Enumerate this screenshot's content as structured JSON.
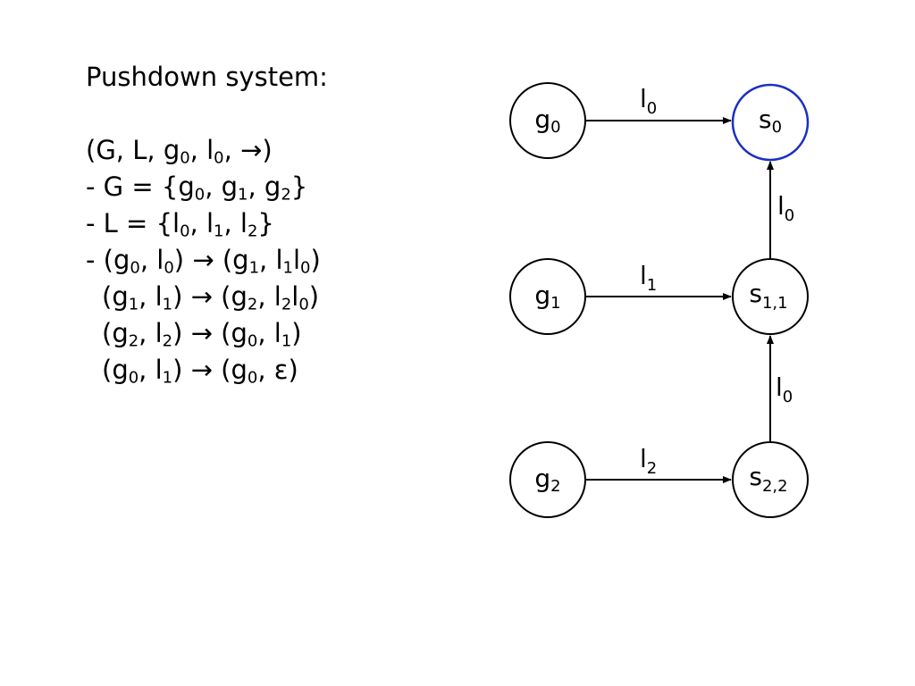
{
  "title": "Pushdown system:",
  "tuple": {
    "open": "(G, L, g",
    "s1": "0",
    "m1": ", l",
    "s2": "0",
    "m2": ", ",
    "arrow": "→",
    "close": ")"
  },
  "G_line": {
    "prefix": "- G = {g",
    "a": "0",
    "m1": ", g",
    "b": "1",
    "m2": ", g",
    "c": "2",
    "close": "}"
  },
  "L_line": {
    "prefix": "- L = {l",
    "a": "0",
    "m1": ", l",
    "b": "1",
    "m2": ", l",
    "c": "2",
    "close": "}"
  },
  "rules": [
    {
      "prefix": "- (g",
      "p1": "0",
      "p2": ", l",
      "p3": "0",
      "p4": ") ",
      "arrow": "→",
      "p5": " (g",
      "p6": "1",
      "p7": ", l",
      "p8": "1",
      "p9": "l",
      "p10": "0",
      "p11": ")"
    },
    {
      "prefix": "(g",
      "p1": "1",
      "p2": ", l",
      "p3": "1",
      "p4": ") ",
      "arrow": "→",
      "p5": " (g",
      "p6": "2",
      "p7": ", l",
      "p8": "2",
      "p9": "l",
      "p10": "0",
      "p11": ")"
    },
    {
      "prefix": "(g",
      "p1": "2",
      "p2": ", l",
      "p3": "2",
      "p4": ") ",
      "arrow": "→",
      "p5": " (g",
      "p6": "0",
      "p7": ", l",
      "p8": "1",
      "p9": ")"
    },
    {
      "prefix": "(g",
      "p1": "0",
      "p2": ", l",
      "p3": "1",
      "p4": ") ",
      "arrow": "→",
      "p5": " (g",
      "p6": "0",
      "p7": ", ",
      "p8": "ε",
      "p9": ")"
    }
  ],
  "diagram": {
    "nodes": [
      {
        "base": "g",
        "sub": "0"
      },
      {
        "base": "s",
        "sub": "0"
      },
      {
        "base": "g",
        "sub": "1"
      },
      {
        "base": "s",
        "sub": "1,1"
      },
      {
        "base": "g",
        "sub": "2"
      },
      {
        "base": "s",
        "sub": "2,2"
      }
    ],
    "edges": [
      {
        "base": "l",
        "sub": "0"
      },
      {
        "base": "l",
        "sub": "1"
      },
      {
        "base": "l",
        "sub": "2"
      },
      {
        "base": "l",
        "sub": "0"
      },
      {
        "base": "l",
        "sub": "0"
      }
    ],
    "colors": {
      "accent_node": "#1a2fc4",
      "stroke": "#000000"
    }
  }
}
